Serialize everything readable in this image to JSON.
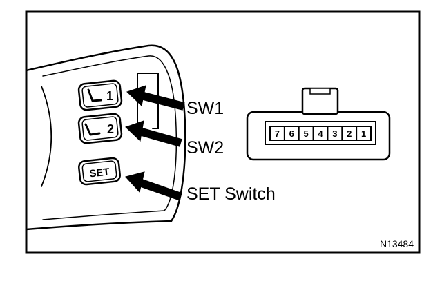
{
  "callouts": {
    "sw1": "SW1",
    "sw2": "SW2",
    "set_switch": "SET Switch"
  },
  "switch_panel": {
    "sw1_button": "1",
    "sw2_button": "2",
    "set_button": "SET"
  },
  "connector": {
    "pins": [
      "7",
      "6",
      "5",
      "4",
      "3",
      "2",
      "1"
    ]
  },
  "figure_id": "N13484"
}
